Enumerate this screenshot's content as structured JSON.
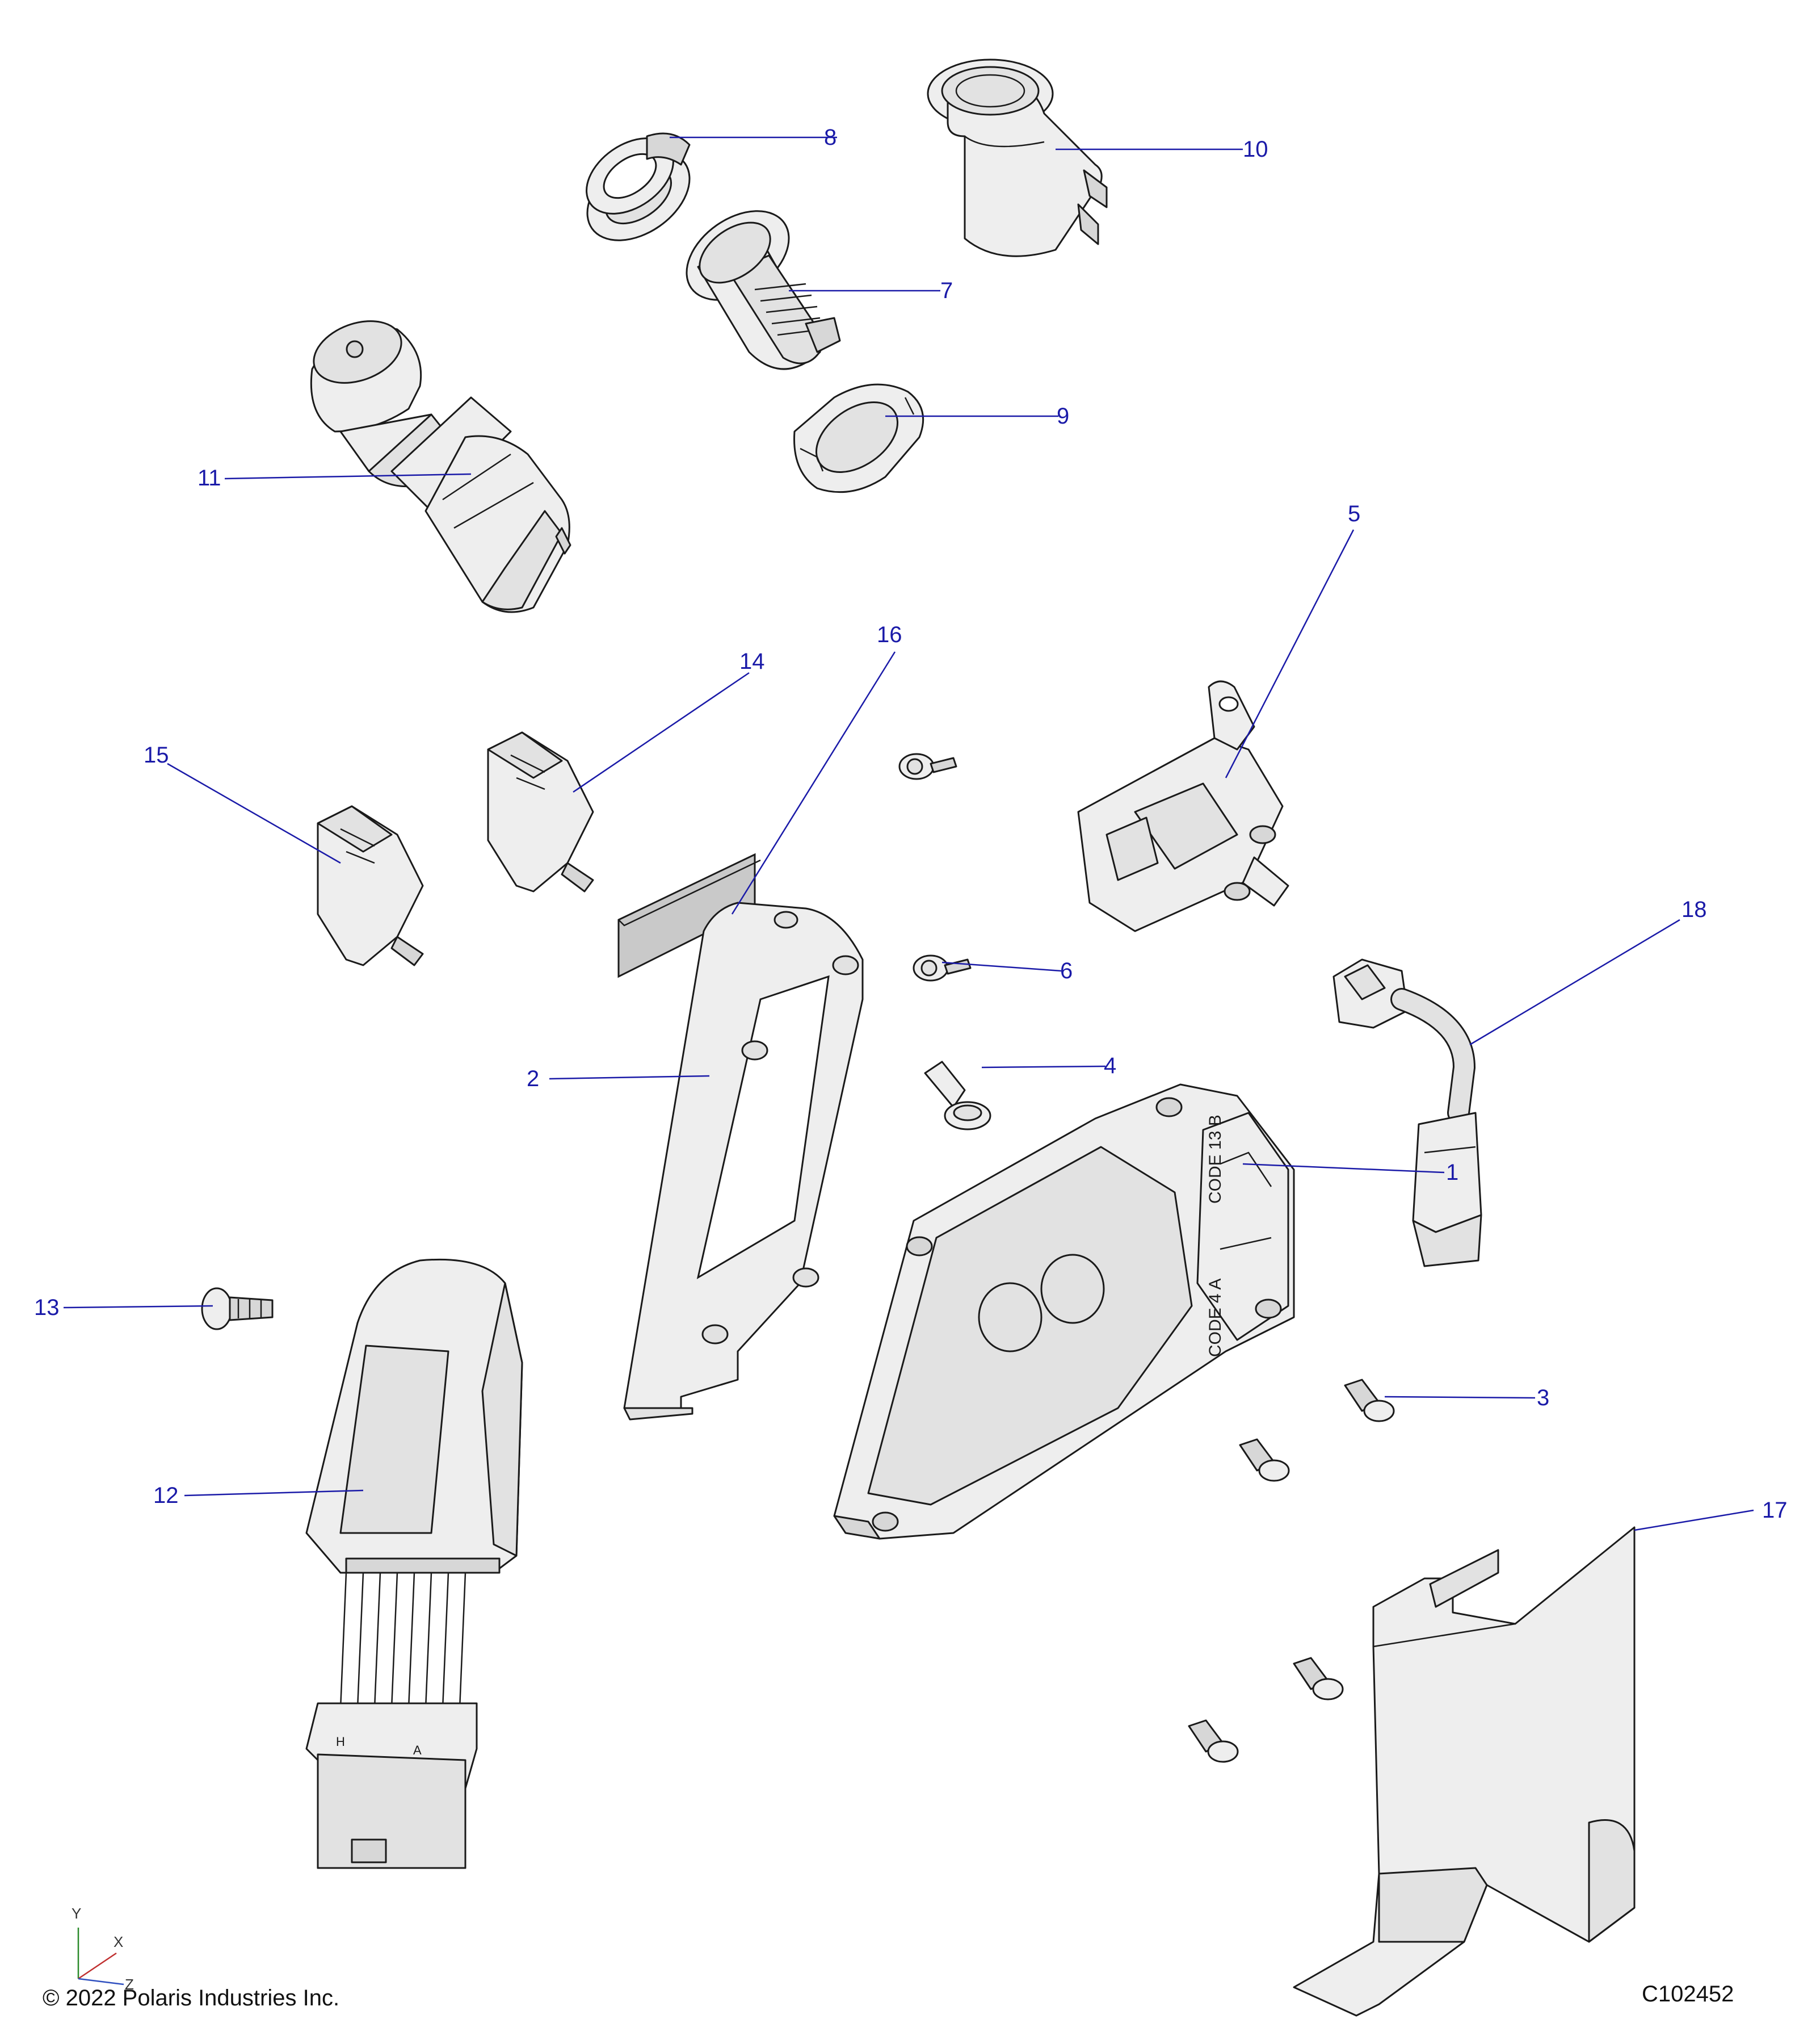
{
  "copyright": "© 2022 Polaris Industries Inc.",
  "diagram_id": "C102452",
  "axis_labels": {
    "y": "Y",
    "x": "X",
    "z": "Z"
  },
  "callouts": [
    {
      "id": "1",
      "label": "1"
    },
    {
      "id": "2",
      "label": "2"
    },
    {
      "id": "3",
      "label": "3"
    },
    {
      "id": "4",
      "label": "4"
    },
    {
      "id": "5",
      "label": "5"
    },
    {
      "id": "6",
      "label": "6"
    },
    {
      "id": "7",
      "label": "7"
    },
    {
      "id": "8",
      "label": "8"
    },
    {
      "id": "9",
      "label": "9"
    },
    {
      "id": "10",
      "label": "10"
    },
    {
      "id": "11",
      "label": "11"
    },
    {
      "id": "12",
      "label": "12"
    },
    {
      "id": "13",
      "label": "13"
    },
    {
      "id": "14",
      "label": "14"
    },
    {
      "id": "15",
      "label": "15"
    },
    {
      "id": "16",
      "label": "16"
    },
    {
      "id": "17",
      "label": "17"
    },
    {
      "id": "18",
      "label": "18"
    }
  ],
  "module_markings": {
    "code_b": "CODE 13",
    "code_b_letter": "B",
    "code_a": "CODE 4",
    "code_a_letter": "A",
    "connector_h": "H",
    "connector_a": "A"
  }
}
